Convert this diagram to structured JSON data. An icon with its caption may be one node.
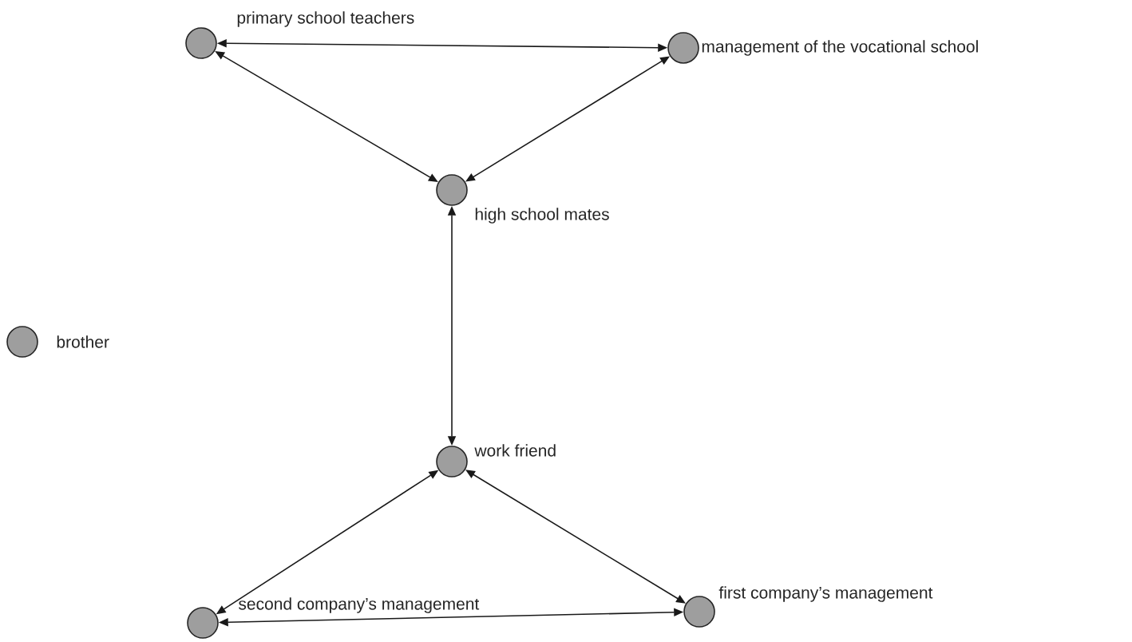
{
  "diagram": {
    "nodes": [
      {
        "text": [],
        "shape": "circle",
        "beside": [
          "primary school teachers"
        ]
      },
      {
        "text": [],
        "shape": "circle",
        "beside": [
          "management of the vocational school"
        ]
      },
      {
        "text": [],
        "shape": "circle",
        "beside": [
          "high school mates"
        ]
      },
      {
        "text": [],
        "shape": "circle",
        "beside": [
          "brother"
        ]
      },
      {
        "text": [],
        "shape": "circle",
        "beside": [
          "work friend"
        ]
      },
      {
        "text": [],
        "shape": "circle",
        "beside": [
          "second company’s management"
        ]
      },
      {
        "text": [],
        "shape": "circle",
        "beside": [
          "first company’s management"
        ]
      }
    ],
    "edges": [
      {
        "from": 0,
        "to": 1,
        "arrow": "both"
      },
      {
        "from": 0,
        "to": 2,
        "arrow": "both"
      },
      {
        "from": 1,
        "to": 2,
        "arrow": "both"
      },
      {
        "from": 2,
        "to": 4,
        "arrow": "both"
      },
      {
        "from": 4,
        "to": 5,
        "arrow": "both"
      },
      {
        "from": 4,
        "to": 6,
        "arrow": "both"
      },
      {
        "from": 5,
        "to": 6,
        "arrow": "both"
      }
    ]
  }
}
